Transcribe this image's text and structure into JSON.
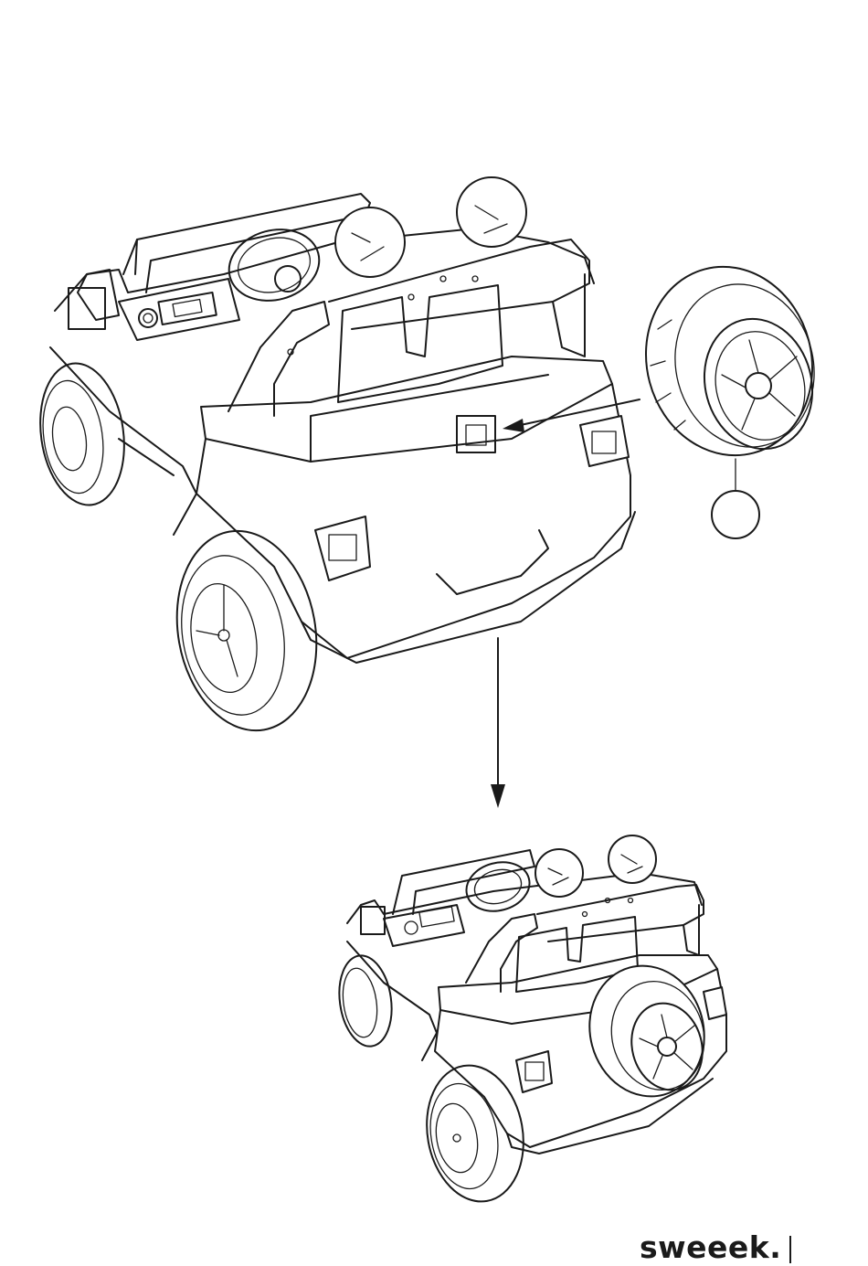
{
  "footer": {
    "brand_logo": "sweeek."
  },
  "figure": {
    "step_callout_number": "",
    "icons": [
      "spare-wheel",
      "arrow",
      "ride-on-jeep"
    ]
  }
}
